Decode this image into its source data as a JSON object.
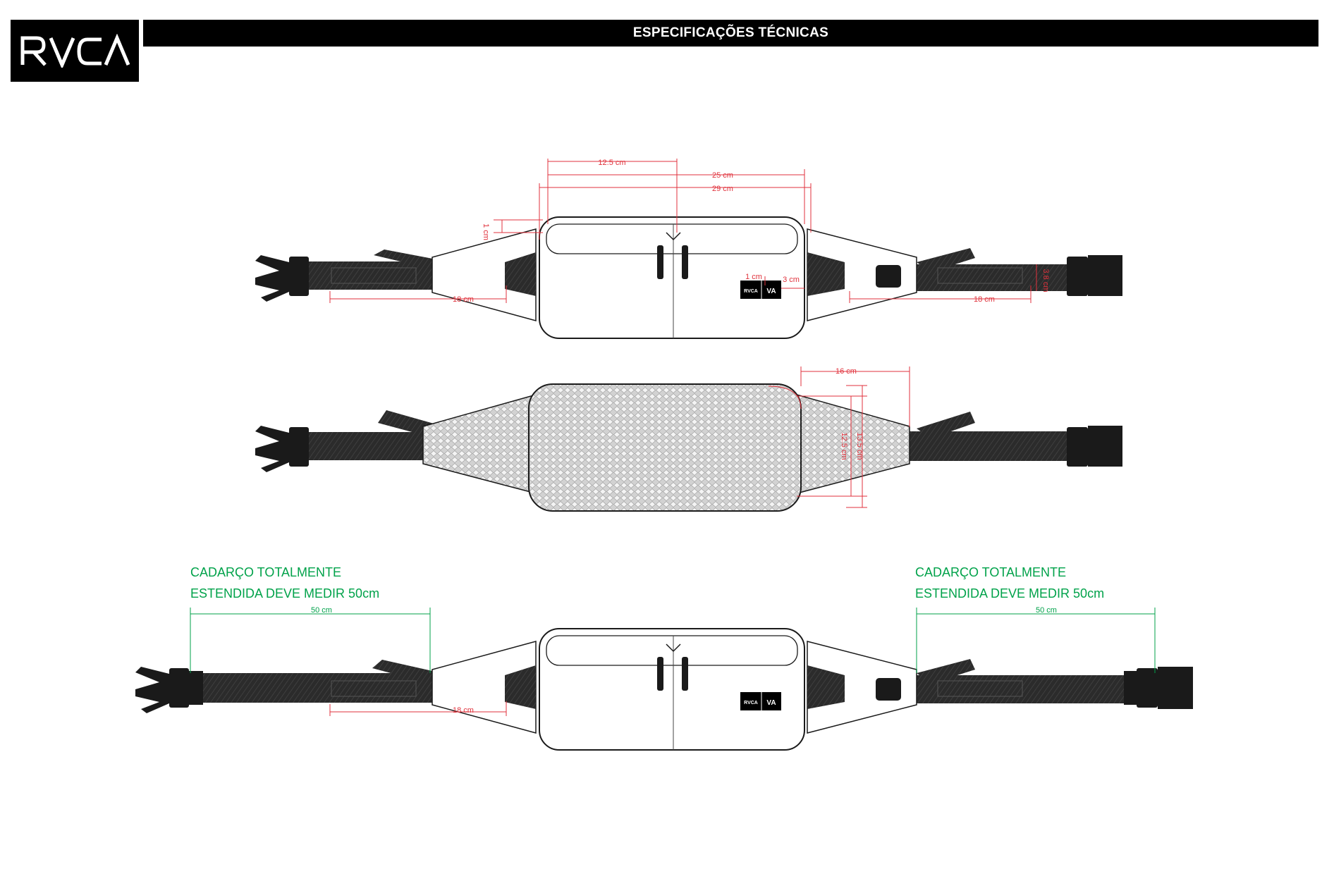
{
  "header": {
    "brand": "RVCA",
    "title": "ESPECIFICAÇÕES TÉCNICAS"
  },
  "colors": {
    "dimension": "#e0323c",
    "note": "#00a24a",
    "ink": "#1a1a1a",
    "strap": "#2b2b2b"
  },
  "views": {
    "front": {
      "dims": {
        "half_width": "12.5 cm",
        "inner_width": "25 cm",
        "outer_width": "29 cm",
        "top_margin": "1 cm",
        "label_offset_top": "1 cm",
        "label_offset_side": "3 cm",
        "strap_left": "18 cm",
        "strap_right": "18 cm",
        "strap_height": "3.8 cm"
      },
      "label": {
        "brand": "RVCA",
        "mark": "VA"
      }
    },
    "back": {
      "dims": {
        "wing_width": "16 cm",
        "wing_height_inner": "12.5 cm",
        "wing_height_outer": "13.5 cm"
      }
    },
    "extended": {
      "note_left": [
        "CADARÇO TOTALMENTE",
        "ESTENDIDA DEVE MEDIR 50cm"
      ],
      "note_right": [
        "CADARÇO TOTALMENTE",
        "ESTENDIDA DEVE MEDIR 50cm"
      ],
      "dims": {
        "ext_left": "50 cm",
        "ext_right": "50 cm",
        "strap_left": "18 cm"
      },
      "label": {
        "brand": "RVCA",
        "mark": "VA"
      }
    }
  }
}
